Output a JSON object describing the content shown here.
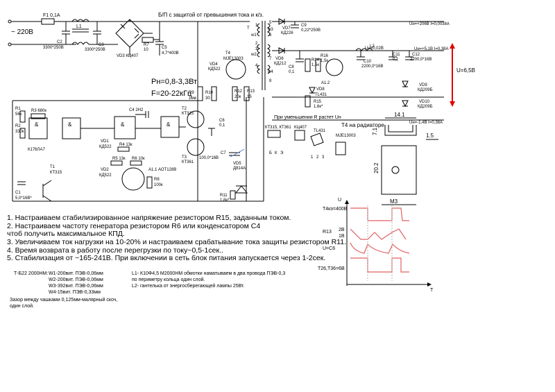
{
  "schematic": {
    "supply": {
      "fuse": "F1 0,1A",
      "voltage": "~ 220B",
      "l1": "L1",
      "c2": "C2",
      "c2_val": "3300*250B",
      "c3": "C3",
      "c3_val": "3300*250B",
      "bridge": "VD3 КЦ407",
      "r7": "R7",
      "r7_val": "10",
      "c5": "C5",
      "c5_val": "4,7*400B"
    },
    "protection_title": "Б/П с защитой от превышения тока и к/з.",
    "power": "Pн=0,8-3,3Вт",
    "freq": "F=20-22кГц",
    "logic": {
      "r1": "R1",
      "r1_val": "56к",
      "r3": "R3 680к",
      "r2": "R2",
      "r2_val": "330к",
      "chip": "К176ЛА7",
      "c4": "C4 2H2",
      "vd1": "VD1",
      "vd1_val": "КД522",
      "r4": "R4 13к",
      "r5": "R5 13к",
      "r6": "R6 10к",
      "vd2": "VD2",
      "vd2_val": "КД522",
      "r8": "R8",
      "r8_val": "100к",
      "a11": "A1.1 АОТ128В",
      "t1": "T1",
      "t1_val": "КТ315",
      "c1": "C1",
      "c1_val": "5,0*16B*"
    },
    "driver": {
      "t2": "T2",
      "t2_val": "КТ315",
      "t3": "T3",
      "t3_val": "КТ361",
      "c6": "C6",
      "c6_val": "0,1",
      "r9": "R9",
      "r9_val": "1ем",
      "r10": "R10",
      "r10_val": "30",
      "r12": "R12",
      "r12_val": "20к",
      "r13": "R13",
      "r13_val": "15",
      "t4": "T4",
      "t4_val": "MJE13003",
      "vd4": "VD4",
      "vd4_val": "КД522",
      "c7": "C7",
      "c7_val": "100,0*16B",
      "vd5": "VD5",
      "vd5_val": "Д814А",
      "r11": "R11",
      "r11_val": "1,8к*"
    },
    "transformer": {
      "t": "T",
      "w1": "w1",
      "w2": "w2",
      "w3": "w3",
      "w4": "w4",
      "pins": [
        "1",
        "2",
        "3",
        "4",
        "5",
        "6",
        "7",
        "8"
      ]
    },
    "output": {
      "vd7": "VD7",
      "vd7_val": "КД226",
      "c9": "C9",
      "c9_val": "0,22*250B",
      "u_hv": "Uн=+206В I=0,0038А",
      "vd6": "VD6",
      "vd6_val": "КД212",
      "c8": "C8",
      "c8_val": "0,1",
      "r14": "R14",
      "r14_val": "1,5к",
      "r16": "R16",
      "r16_val": "1,5к",
      "a12": "A1.2",
      "vd8": "VD8",
      "vd8_val": "TL431",
      "r15": "R15",
      "r15_val": "1,6к*",
      "l2": "L2",
      "uн": "Uн=0,02В",
      "c10": "C10",
      "c10_val": "2200,0*16B",
      "c11": "C11",
      "c11_val": "0,1",
      "c12": "C12",
      "c12_val": "2200,0*16B",
      "u_pos": "Uн=+5,1В I=0,38А",
      "u_neg": "Uн=-1,4В I=0,38А",
      "vd9": "VD9",
      "vd9_val": "КД209Б",
      "vd10": "VD10",
      "vd10_val": "КД209Б",
      "u_label": "U=6,5В",
      "r_note": "При уменьшении R растет Uн"
    },
    "pinouts": {
      "kt": "КТ315, КТ361",
      "kc": "КЦ407",
      "tl": "TL431",
      "t4rad": "T4 на радиаторе",
      "mje": "MJE13003",
      "pin_labels": [
        "Б",
        "К",
        "Э"
      ],
      "tl_pins": [
        "1",
        "2",
        "3"
      ]
    },
    "heatsink": {
      "d1": "14.1",
      "d2": "1.5",
      "d3": "7.1",
      "d4": "20.2",
      "d5": "M3"
    },
    "waveform": {
      "t4ke": "T4кэ=400В",
      "r13": "R13",
      "l2b": "2В",
      "l1b": "1В",
      "uc6": "U=C6",
      "t26": "T26,T36=6В",
      "u": "U",
      "t": "T"
    }
  },
  "notes": [
    "1. Настраиваем стабилизированное напряжение резистором R15, заданным током.",
    "2. Настраиваем частоту генератора резистором R6 или конденсатором С4",
    "    чтоб получить максимальное КПД.",
    "3. Увеличиваем ток нагрузки на 10-20% и настраиваем срабатывание тока защиты резистором R11.",
    "4. Время возврата в работу после перегрузки по току~0,5-1сек..",
    "5. Стабилизация от ~165-241В. При включении в сеть блок питания запускается через 1-2сек."
  ],
  "winding": {
    "core": "Т-Б22 2000НМ:",
    "w1": "W1-200вит. ПЭВ-0,06мм",
    "w2": "W2-200вит. ПЭВ-0,06мм",
    "w3": "W3-392вит. ПЭВ-0,06мм",
    "w4": "W4-15вит. ПЭВ-0,33мм",
    "gap1": "Зазор между чашками 0,125мм-малярный скоч,",
    "gap2": "один слой.",
    "l1a": "L1- К10Ф4,5 М2000НМ обмотки наматываем в два провода ПЭВ-0,3",
    "l1b": "по периметру кольца один слой.",
    "l2": "L2- гантелька от энергосберегающей лампы 25Вт."
  },
  "colors": {
    "accent_red": "#e00000",
    "waveform_red": "#e06060",
    "waveform_dash": "#b0b0b0",
    "leader_blue": "#5a7fd0"
  }
}
